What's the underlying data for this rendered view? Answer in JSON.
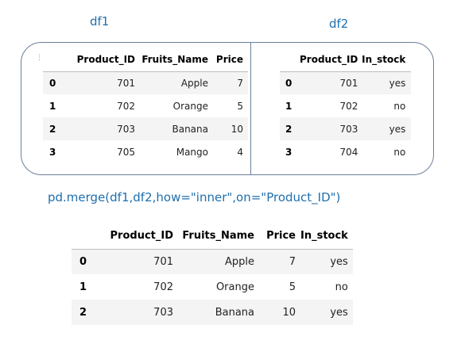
{
  "labels": {
    "df1": "df1",
    "df2": "df2"
  },
  "code": "pd.merge(df1,df2,how=\"inner\",on=\"Product_ID\")",
  "df1": {
    "columns": [
      "",
      "Product_ID",
      "Fruits_Name",
      "Price"
    ],
    "rows": [
      [
        "0",
        "701",
        "Apple",
        "7"
      ],
      [
        "1",
        "702",
        "Orange",
        "5"
      ],
      [
        "2",
        "703",
        "Banana",
        "10"
      ],
      [
        "3",
        "705",
        "Mango",
        "4"
      ]
    ]
  },
  "df2": {
    "columns": [
      "",
      "Product_ID",
      "In_stock"
    ],
    "rows": [
      [
        "0",
        "701",
        "yes"
      ],
      [
        "1",
        "702",
        "no"
      ],
      [
        "2",
        "703",
        "yes"
      ],
      [
        "3",
        "704",
        "no"
      ]
    ]
  },
  "merged": {
    "columns": [
      "",
      "Product_ID",
      "Fruits_Name",
      "Price",
      "In_stock"
    ],
    "rows": [
      [
        "0",
        "701",
        "Apple",
        "7",
        "yes"
      ],
      [
        "1",
        "702",
        "Orange",
        "5",
        "no"
      ],
      [
        "2",
        "703",
        "Banana",
        "10",
        "yes"
      ]
    ]
  }
}
